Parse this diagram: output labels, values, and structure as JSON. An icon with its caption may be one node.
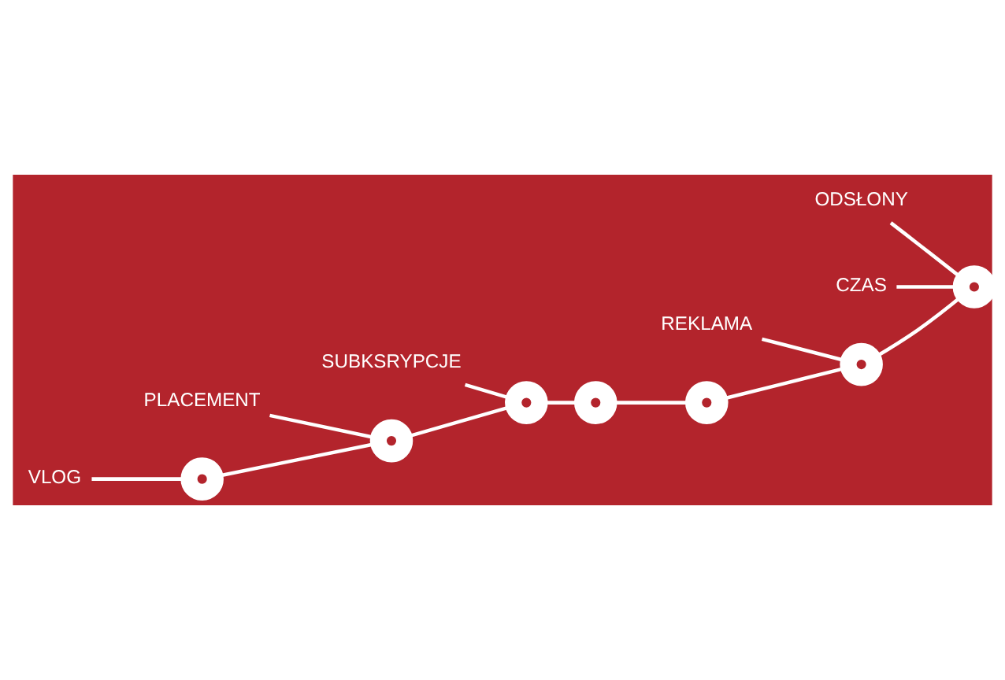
{
  "diagram": {
    "nodes": [
      {
        "text": [],
        "shape": "circle"
      },
      {
        "text": [],
        "shape": "circle"
      },
      {
        "text": [],
        "shape": "circle"
      },
      {
        "text": [],
        "shape": "circle"
      },
      {
        "text": [],
        "shape": "circle"
      },
      {
        "text": [],
        "shape": "circle"
      },
      {
        "text": [],
        "shape": "circle"
      },
      {
        "text": [
          "VLOG"
        ]
      },
      {
        "text": [
          "PLACEMENT"
        ]
      },
      {
        "text": [
          "SUBKSRYPCJE"
        ]
      },
      {
        "text": [
          "REKLAMA"
        ]
      },
      {
        "text": [
          "ODSŁONY"
        ]
      },
      {
        "text": [
          "CZAS"
        ]
      }
    ],
    "edges": [
      {
        "from": 0,
        "to": 1,
        "arrow": "none"
      },
      {
        "from": 1,
        "to": 2,
        "arrow": "none"
      },
      {
        "from": 2,
        "to": 3,
        "arrow": "none"
      },
      {
        "from": 3,
        "to": 4,
        "arrow": "none"
      },
      {
        "from": 4,
        "to": 5,
        "arrow": "none"
      },
      {
        "from": 5,
        "to": 6,
        "arrow": "none"
      },
      {
        "from": 7,
        "to": 0,
        "arrow": "none"
      },
      {
        "from": 8,
        "to": 1,
        "arrow": "none"
      },
      {
        "from": 9,
        "to": 2,
        "arrow": "none"
      },
      {
        "from": 10,
        "to": 5,
        "arrow": "none"
      },
      {
        "from": 11,
        "to": 6,
        "arrow": "none"
      },
      {
        "from": 12,
        "to": 6,
        "arrow": "none"
      }
    ]
  }
}
